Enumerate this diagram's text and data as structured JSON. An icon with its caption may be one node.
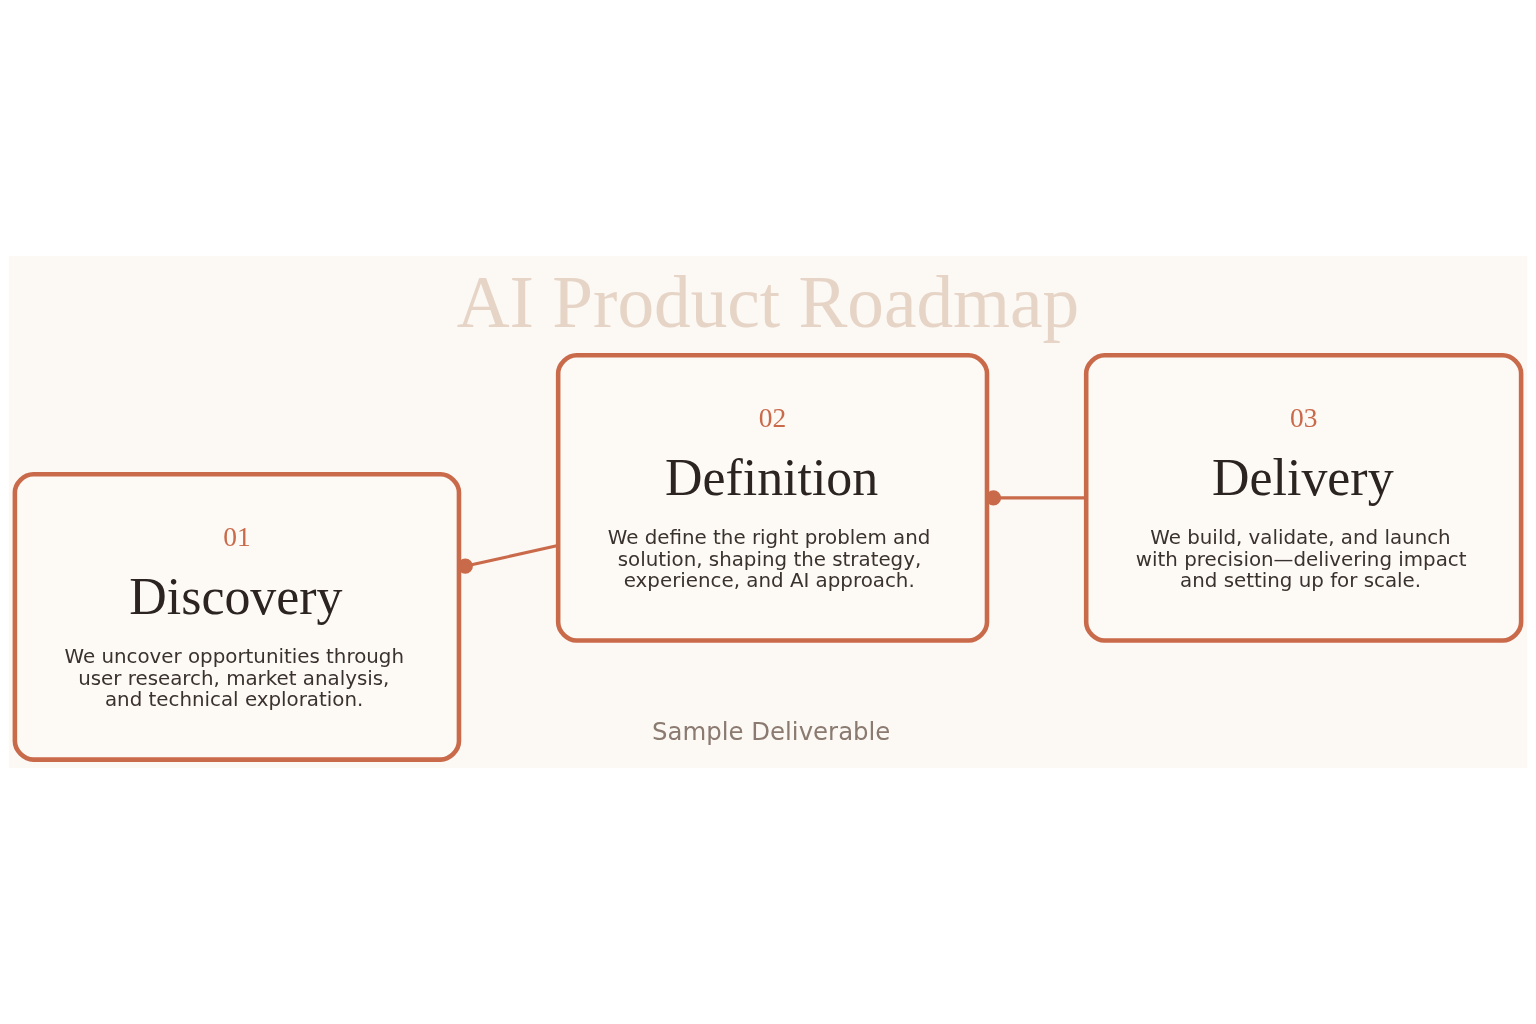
{
  "diagram": {
    "title": "AI Product Roadmap",
    "nodes": [
      {
        "text": [
          "01",
          "Discovery",
          "We uncover opportunities through user research, market analysis, and technical exploration."
        ]
      },
      {
        "text": [
          "02",
          "Definition",
          "We define the right problem and solution, shaping the strategy, experience, and AI approach."
        ]
      },
      {
        "text": [
          "03",
          "Delivery",
          "We build, validate, and launch with precision—delivering impact and setting up for scale."
        ]
      }
    ],
    "edges": [
      {
        "from": 0,
        "to": 1,
        "arrow": "other"
      },
      {
        "from": 1,
        "to": 2,
        "arrow": "other"
      }
    ],
    "labels": [
      "Sample Deliverable"
    ]
  }
}
